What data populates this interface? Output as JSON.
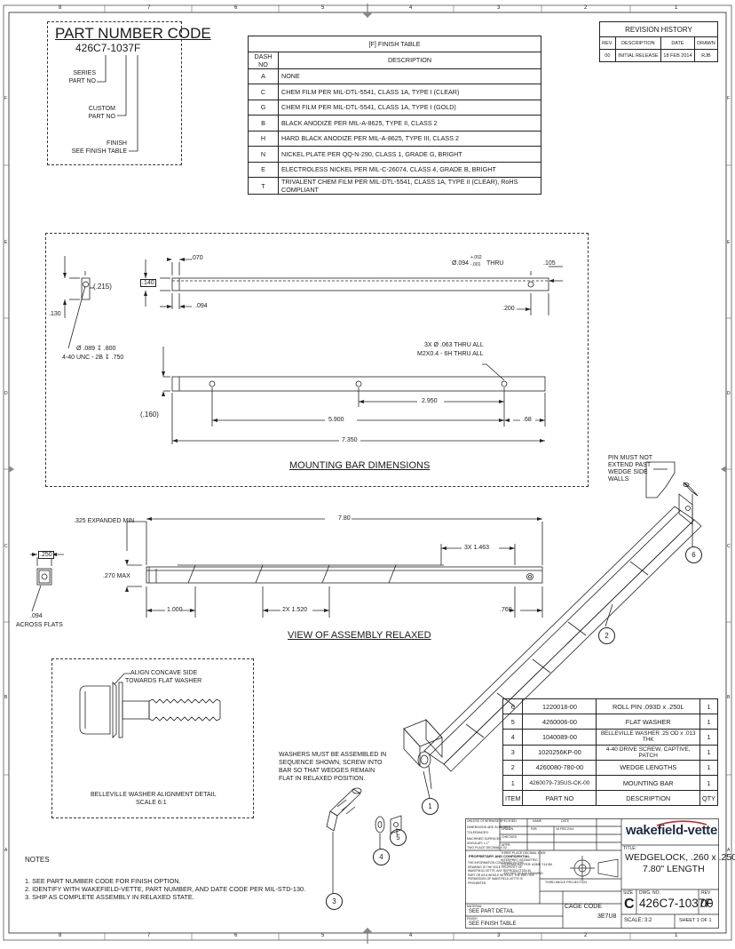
{
  "border": {
    "zones_top": [
      "8",
      "7",
      "6",
      "5",
      "4",
      "3",
      "2",
      "1"
    ],
    "zones_side": [
      "F",
      "E",
      "D",
      "C",
      "B",
      "A"
    ]
  },
  "part_code": {
    "title": "PART NUMBER CODE",
    "code": "426C7-1037F",
    "series": [
      "SERIES",
      "PART NO"
    ],
    "custom": [
      "CUSTOM",
      "PART NO"
    ],
    "finish": [
      "FINISH",
      "SEE FINISH TABLE"
    ]
  },
  "finish_table": {
    "title": "[F] FINISH TABLE",
    "col_dash": "DASH NO",
    "col_desc": "DESCRIPTION",
    "rows": [
      {
        "dash": "A",
        "desc": "NONE"
      },
      {
        "dash": "C",
        "desc": "CHEM FILM PER MIL-DTL-5541, CLASS 1A, TYPE I (CLEAR)"
      },
      {
        "dash": "G",
        "desc": "CHEM FILM PER MIL-DTL-5541, CLASS 1A, TYPE I (GOLD)"
      },
      {
        "dash": "B",
        "desc": "BLACK ANODIZE PER MIL-A-8625, TYPE II, CLASS 2"
      },
      {
        "dash": "H",
        "desc": "HARD BLACK ANODIZE PER MIL-A-8625, TYPE III, CLASS 2"
      },
      {
        "dash": "N",
        "desc": "NICKEL PLATE PER QQ-N-290, CLASS 1, GRADE G, BRIGHT"
      },
      {
        "dash": "E",
        "desc": "ELECTROLESS NICKEL PER MIL-C-26074, CLASS 4, GRADE B, BRIGHT"
      },
      {
        "dash": "T",
        "desc": "TRIVALENT CHEM FILM PER MIL-DTL-5541, CLASS 1A, TYPE II (CLEAR), RoHS COMPLIANT"
      }
    ]
  },
  "revision": {
    "title": "REVISION HISTORY",
    "headers": [
      "REV.",
      "DESCRIPTION",
      "DATE",
      "DRAWN"
    ],
    "row": [
      "00",
      "INITIAL RELEASE",
      "18 FEB 2014",
      "RJB"
    ]
  },
  "mounting": {
    "title": "MOUNTING BAR DIMENSIONS",
    "d070": ".070",
    "d215": "(.215)",
    "d140": ".140",
    "d130": ".130",
    "d094": ".094",
    "hole_dia": "Ø.094",
    "hole_tol_plus": "+.002",
    "hole_tol_minus": "-.001",
    "hole_thru": "THRU",
    "d105": ".105",
    "d200": ".200",
    "tap1": "Ø .089 ↧ .800",
    "tap2": "4-40 UNC - 2B ↧ .750",
    "holes1": "3X Ø .063 THRU ALL",
    "holes2": "M2X0.4 - 6H THRU ALL",
    "d160": "(.160)",
    "d2950": "2.950",
    "d5900": "5.900",
    "d68": ".68",
    "d7350": "7.350"
  },
  "assembly": {
    "title": "VIEW OF ASSEMBLY RELAXED",
    "expanded": ".325 EXPANDED MIN",
    "d780": "7.80",
    "d250": ".250",
    "d270": ".270 MAX",
    "d1463": "3X 1.463",
    "d1000": "1.000",
    "d1520": "2X 1.520",
    "d760": ".760",
    "across1": ".094",
    "across2": "ACROSS FLATS"
  },
  "pin_note": [
    "PIN MUST NOT",
    "EXTEND PAST",
    "WEDGE SIDE",
    "WALLS"
  ],
  "detail": {
    "align1": "ALIGN CONCAVE SIDE",
    "align2": "TOWARDS FLAT WASHER",
    "caption1": "BELLEVILLE WASHER ALIGNMENT DETAIL",
    "caption2": "SCALE 6:1"
  },
  "washer_note": [
    "WASHERS MUST BE ASSEMBLED IN",
    "SEQUENCE SHOWN, SCREW INTO",
    "BAR SO THAT WEDGES REMAIN",
    "FLAT IN RELAXED POSITION."
  ],
  "balloons": [
    "1",
    "2",
    "3",
    "4",
    "5",
    "6"
  ],
  "bom": {
    "headers": [
      "ITEM",
      "PART NO",
      "DESCRIPTION",
      "QTY"
    ],
    "rows": [
      [
        "6",
        "1220018-00",
        "ROLL PIN .093D x .250L",
        "1"
      ],
      [
        "5",
        "4260006-00",
        "FLAT WASHER",
        "1"
      ],
      [
        "4",
        "1040089-00",
        "BELLEVILLE WASHER .25 OD x .013 THK",
        "1"
      ],
      [
        "3",
        "1020256KP-00",
        "4-40 DRIVE SCREW, CAPTIVE, PATCH",
        "1"
      ],
      [
        "2",
        "4260080-780-00",
        "WEDGE LENGTHS",
        "1"
      ],
      [
        "1",
        "4260079-735US-CK-00",
        "MOUNTING BAR",
        "1"
      ]
    ]
  },
  "notes": {
    "title": "NOTES",
    "items": [
      "1.   SEE PART NUMBER CODE FOR FINISH OPTION.",
      "2.   IDENTIFY WITH WAKEFIELD-VETTE, PART NUMBER, AND DATE CODE PER MIL-STD-130.",
      "3.   SHIP AS COMPLETE ASSEMBLY IN RELAXED STATE."
    ]
  },
  "title_block": {
    "company": "wakefield-vette",
    "title_label": "TITLE:",
    "title1": "WEDGELOCK, .260 x .250,",
    "title2": "7.80\" LENGTH",
    "size_label": "SIZE",
    "size": "C",
    "dwg_label": "DWG. NO.",
    "dwg": "426C7-1037F",
    "rev_label": "REV",
    "rev": "00",
    "scale": "SCALE: 3:2",
    "sheet": "SHEET 1 OF 1",
    "cage_label": "CAGE CODE",
    "cage": "3E7U8",
    "material": "MATERIAL",
    "material_val": "SEE PART DETAIL",
    "finish": "FINISH",
    "finish_val": "SEE FINISH TABLE",
    "unless": "UNLESS OTHERWISE SPECIFIED:",
    "dims": "DIMENSIONS ARE IN INCHES",
    "tol": "TOLERANCES:",
    "name": "NAME",
    "date": "DATE",
    "drawn": "DRAWN",
    "drawn_name": "RJB",
    "drawn_date": "18 FEB 2014",
    "checked": "CHECKED",
    "appr": "APPR.",
    "machined": "MACHINED SURFACES",
    "angular": "ANGULAR: ± 1°",
    "two_place": "TWO PLACE DECIMAL  ±.02",
    "three_place": "THREE PLACE DECIMAL  ±.005",
    "interpret": "INTERPRET GEOMETRIC",
    "tolerancing": "TOLERANCING PER: ASME Y14.5M",
    "third_angle": "THIRD ANGLE PROJECTION",
    "no_scale": "DO NOT SCALE DRAWING",
    "proprietary": "PROPRIETARY AND CONFIDENTIAL",
    "prop_text": "THE INFORMATION CONTAINED IN THIS DRAWING IS THE SOLE PROPERTY OF WAKEFIELD-VETTE. ANY REPRODUCTION IN PART OR AS A WHOLE WITHOUT THE WRITTEN PERMISSION OF WAKEFIELD-VETTE IS PROHIBITED."
  }
}
